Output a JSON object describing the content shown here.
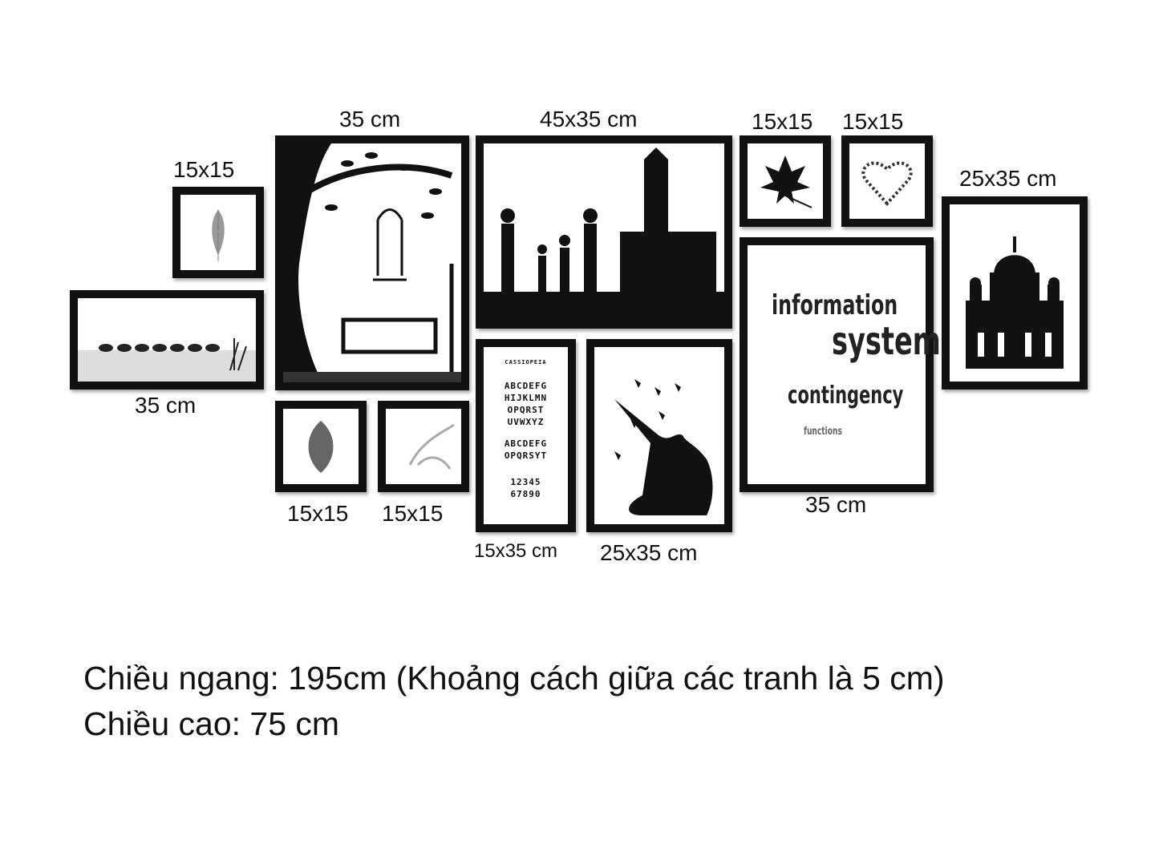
{
  "frames": [
    {
      "id": "feather",
      "size_label": "15x15"
    },
    {
      "id": "ducks",
      "size_label": "35 cm"
    },
    {
      "id": "tree",
      "size_label": "35 cm"
    },
    {
      "id": "leaf",
      "size_label": "15x15"
    },
    {
      "id": "flower",
      "size_label": "15x15"
    },
    {
      "id": "family",
      "size_label": "45x35 cm"
    },
    {
      "id": "alphabet",
      "size_label": "15x35 cm"
    },
    {
      "id": "yoga",
      "size_label": "25x35 cm"
    },
    {
      "id": "maple",
      "size_label": "15x15"
    },
    {
      "id": "heart",
      "size_label": "15x15"
    },
    {
      "id": "wordcloud",
      "size_label": "35 cm"
    },
    {
      "id": "cathedral",
      "size_label": "25x35 cm"
    }
  ],
  "alphabet_art": {
    "title": "CASSIOPEIA",
    "lines": [
      "ABCDEFG",
      "HIJKLMN",
      "OPQRST",
      "UVWXYZ",
      "ABCDEFG",
      "OPQRSYT",
      "12345",
      "67890"
    ]
  },
  "wordcloud_art": {
    "w1": "information",
    "w2": "system",
    "w3": "contingency",
    "w4": "functions"
  },
  "notes": {
    "width": "Chiều ngang: 195cm (Khoảng cách giữa các tranh là 5 cm)",
    "height": "Chiều cao: 75 cm"
  }
}
